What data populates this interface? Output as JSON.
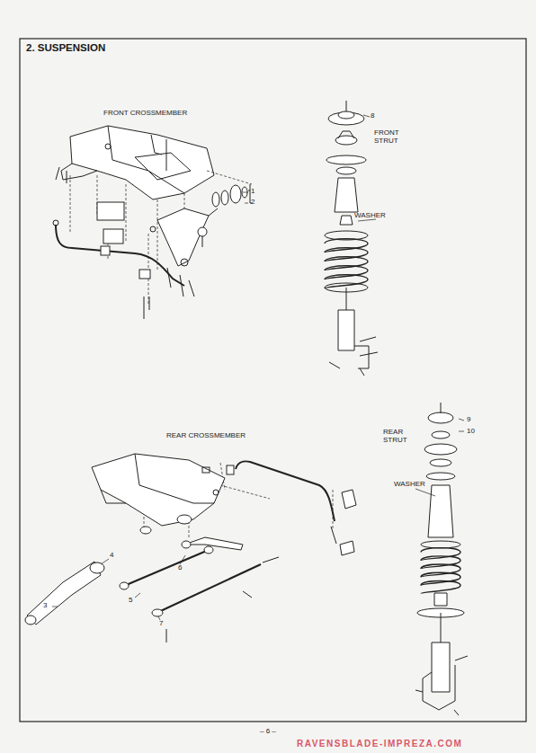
{
  "diagram": {
    "title": "2. SUSPENSION",
    "labels": [
      "FRONT CROSSMEMBER",
      "8",
      "FRONT STRUT",
      "1",
      "2",
      "WASHER",
      "REAR CROSSMEMBER",
      "9",
      "10",
      "REAR STRUT",
      "WASHER",
      "4",
      "3",
      "6",
      "5",
      "7",
      "– 6 –",
      "RAVENSBLADE-IMPREZA.COM"
    ]
  }
}
